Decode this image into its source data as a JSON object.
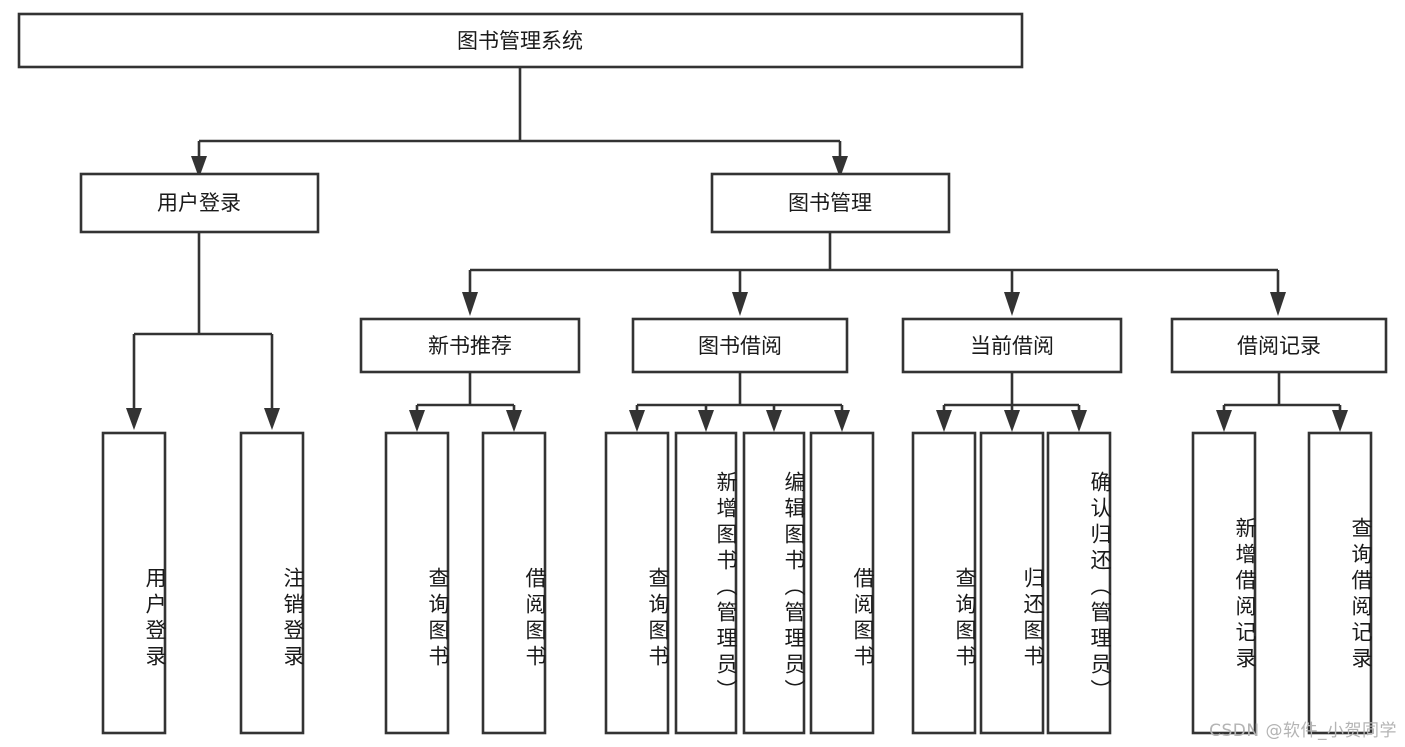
{
  "diagram": {
    "title": "图书管理系统",
    "type": "tree-hierarchy",
    "orientation": "top-down",
    "colors": {
      "background": "#ffffff",
      "box_fill": "#ffffff",
      "box_stroke": "#333333",
      "text": "#1a1a1a",
      "watermark": "#b4b4b4"
    },
    "root": {
      "label": "图书管理系统"
    },
    "level1": [
      {
        "label": "用户登录"
      },
      {
        "label": "图书管理"
      }
    ],
    "level2": [
      {
        "label": "新书推荐",
        "parent": "图书管理"
      },
      {
        "label": "图书借阅",
        "parent": "图书管理"
      },
      {
        "label": "当前借阅",
        "parent": "图书管理"
      },
      {
        "label": "借阅记录",
        "parent": "图书管理"
      }
    ],
    "leaves": {
      "user_login": [
        {
          "label": "用户登录"
        },
        {
          "label": "注销登录"
        }
      ],
      "new_book_recommend": [
        {
          "label": "查询图书"
        },
        {
          "label": "借阅图书"
        }
      ],
      "book_borrow": [
        {
          "label": "查询图书"
        },
        {
          "label": "新增图书（管理员）"
        },
        {
          "label": "编辑图书（管理员）"
        },
        {
          "label": "借阅图书"
        }
      ],
      "current_borrow": [
        {
          "label": "查询图书"
        },
        {
          "label": "归还图书"
        },
        {
          "label": "确认归还（管理员）"
        }
      ],
      "borrow_record": [
        {
          "label": "新增借阅记录"
        },
        {
          "label": "查询借阅记录"
        }
      ]
    },
    "watermark": "CSDN @软件_小贺同学"
  }
}
